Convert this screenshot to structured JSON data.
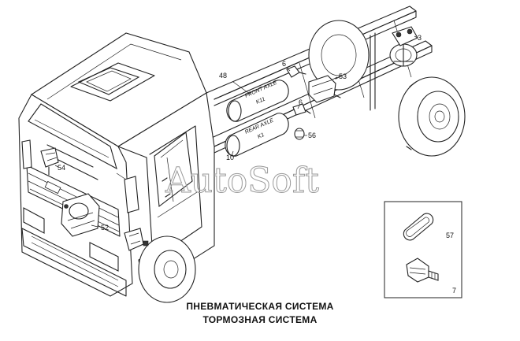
{
  "caption": {
    "line1": "ПНЕВМАТИЧЕСКАЯ СИСТЕМА",
    "line2": "ТОРМОЗНАЯ СИСТЕМА"
  },
  "watermark": "AutoSoft",
  "tanks": {
    "front": {
      "line1": "FRONT AXLE",
      "line2": "K11"
    },
    "rear": {
      "line1": "REAR AXLE",
      "line2": "K1"
    }
  },
  "callouts": {
    "c48": "48",
    "c6a": "6",
    "c6b": "6",
    "c53": "53",
    "c3": "3",
    "c56": "56",
    "c10": "10",
    "c54": "54",
    "c52": "52",
    "c57": "57",
    "c7": "7"
  },
  "colors": {
    "line": "#222222",
    "background": "#ffffff",
    "watermark": "#9a9a9a"
  }
}
